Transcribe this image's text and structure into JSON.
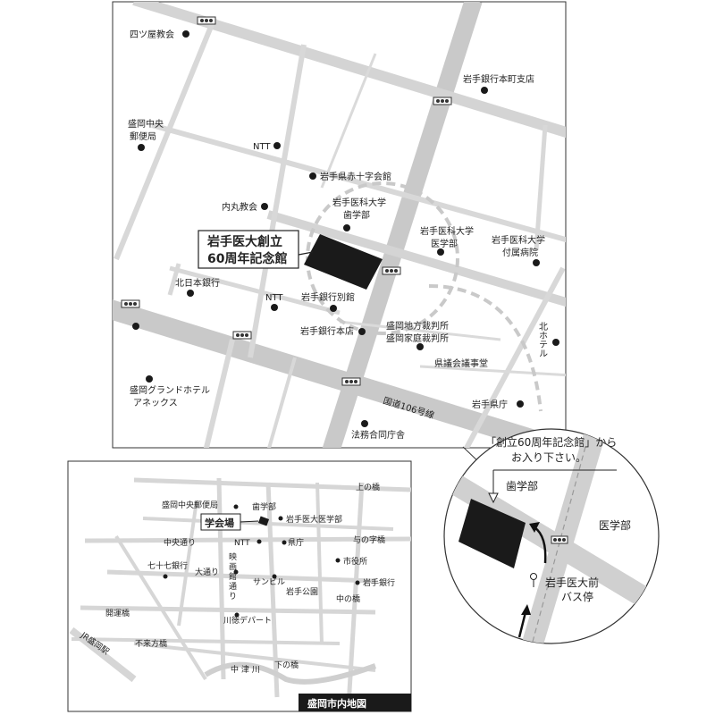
{
  "main_map": {
    "landmarks": {
      "yotsuya_church": "四ツ屋教会",
      "iwate_bank_honcho": "岩手銀行本町支店",
      "morioka_central_post_line1": "盛岡中央",
      "morioka_central_post_line2": "郵便局",
      "ntt_north": "NTT",
      "red_cross": "岩手県赤十字会館",
      "uchimaru_church": "内丸教会",
      "dental_line1": "岩手医科大学",
      "dental_line2": "歯学部",
      "medical_line1": "岩手医科大学",
      "medical_line2": "医学部",
      "hospital_line1": "岩手医科大学",
      "hospital_line2": "付属病院",
      "memorial_line1": "岩手医大創立",
      "memorial_line2": "60周年記念館",
      "hokunippon_bank": "北日本銀行",
      "ntt_south": "NTT",
      "iwate_bank_annex": "岩手銀行別館",
      "iwate_bank_main": "岩手銀行本店",
      "district_court_line1": "盛岡地方裁判所",
      "district_court_line2": "盛岡家庭裁判所",
      "north_hotel": "北ホテル",
      "assembly_hall": "県議会議事堂",
      "grand_hotel_line1": "盛岡グランドホテル",
      "grand_hotel_line2": "アネックス",
      "prefectural_office": "岩手県庁",
      "legal_affairs": "法務合同庁舎",
      "route_106": "国道106号線"
    }
  },
  "inset_circle": {
    "instruction_line1": "「創立60周年記念館」から",
    "instruction_line2": "お入り下さい。",
    "dental": "歯学部",
    "medical": "医学部",
    "bus_stop_line1": "岩手医大前",
    "bus_stop_line2": "バス停"
  },
  "city_map": {
    "title": "盛岡市内地図",
    "labels": {
      "central_post": "盛岡中央郵便局",
      "dental": "歯学部",
      "kaminohashi": "上の橋",
      "venue": "学会場",
      "medical_univ": "岩手医大医学部",
      "chuo_dori": "中央通り",
      "ntt": "NTT",
      "kencho": "県庁",
      "yonoji_bashi": "与の字橋",
      "shiyakusho": "市役所",
      "shichijushichi_bank": "七十七銀行",
      "odori": "大通り",
      "eigakan_1": "映",
      "eigakan_2": "画",
      "eigakan_3": "館",
      "eigakan_4": "通",
      "eigakan_5": "り",
      "iwate_bank": "岩手銀行",
      "sunbill": "サンビル",
      "iwate_park": "岩手公園",
      "nakanohashi": "中の橋",
      "kaiunbashi": "開運橋",
      "kawatoku": "川徳デパート",
      "jr_station": "JR盛岡駅",
      "furaikata_bashi": "不来方橋",
      "nakatsugawa": "中 津 川",
      "shimonohashi": "下の橋"
    }
  },
  "colors": {
    "road": "#d6d6d6",
    "major_road": "#c7c7c7",
    "building": "#1a1a1a",
    "border": "#333333",
    "dashed_route": "#c9c9c9"
  }
}
